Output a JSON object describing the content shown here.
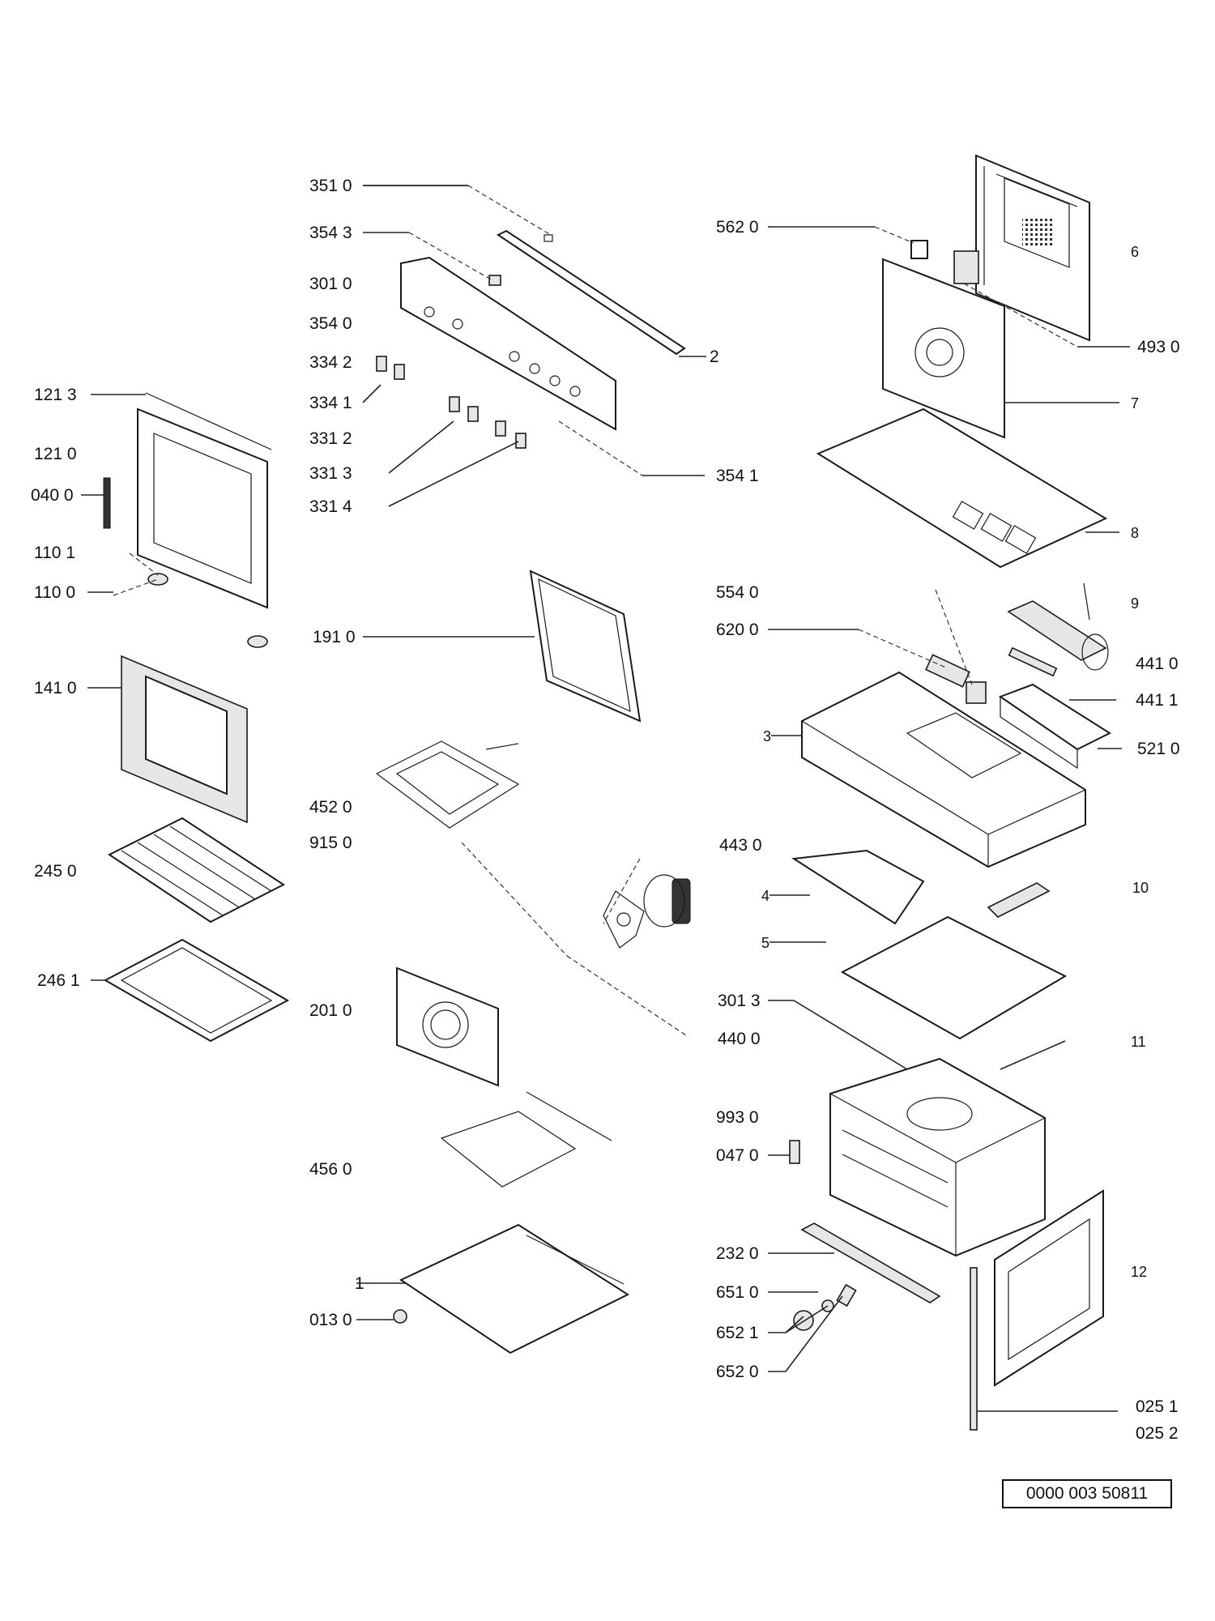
{
  "labels": {
    "p3510": "351 0",
    "p3543": "354 3",
    "p3010": "301 0",
    "p3540": "354 0",
    "p3342": "334 2",
    "p3341": "334 1",
    "p3312": "331 2",
    "p3313": "331 3",
    "p3314": "331 4",
    "p3541": "354 1",
    "p2": "2",
    "p1213": "121 3",
    "p1210": "121 0",
    "p0400": "040 0",
    "p1101": "110 1",
    "p1100": "110 0",
    "p1410": "141 0",
    "p2450": "245 0",
    "p2461": "246 1",
    "p1910": "191 0",
    "p4520": "452 0",
    "p9150": "915 0",
    "p2010": "201 0",
    "p4560": "456 0",
    "p1": "1",
    "p0130": "013 0",
    "p5620": "562 0",
    "p6": "6",
    "p4930": "493 0",
    "p7": "7",
    "p8": "8",
    "p5540": "554 0",
    "p9": "9",
    "p6200": "620 0",
    "p4410": "441 0",
    "p4411": "441 1",
    "p3": "3",
    "p5210": "521 0",
    "p4430": "443 0",
    "p10": "10",
    "p4": "4",
    "p5": "5",
    "p3013": "301 3",
    "p4400": "440 0",
    "p11": "11",
    "p9930": "993 0",
    "p0470": "047 0",
    "p2320": "232 0",
    "p12": "12",
    "p6510": "651 0",
    "p6521": "652 1",
    "p6520": "652 0",
    "p0251": "025 1",
    "p0252": "025 2"
  },
  "reference": "0000 003 50811"
}
